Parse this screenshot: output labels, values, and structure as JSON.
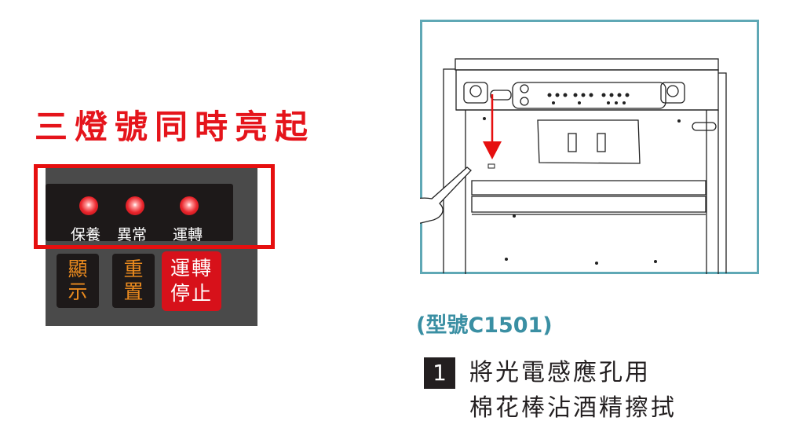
{
  "heading": "三燈號同時亮起",
  "panel": {
    "leds": [
      {
        "label": "保養",
        "color": "#e8242b"
      },
      {
        "label": "異常",
        "color": "#e8242b"
      },
      {
        "label": "運轉",
        "color": "#e8242b"
      }
    ],
    "buttons": [
      {
        "line1": "顯",
        "line2": "示"
      },
      {
        "line1": "重",
        "line2": "置"
      },
      {
        "line1": "運轉",
        "line2": "停止"
      }
    ]
  },
  "model": "(型號C1501)",
  "step": {
    "number": "1",
    "line1": "將光電感應孔用",
    "line2": "棉花棒沾酒精擦拭"
  },
  "colors": {
    "red": "#e5141b",
    "teal": "#5fa8b5",
    "orange": "#ea8a1e"
  }
}
